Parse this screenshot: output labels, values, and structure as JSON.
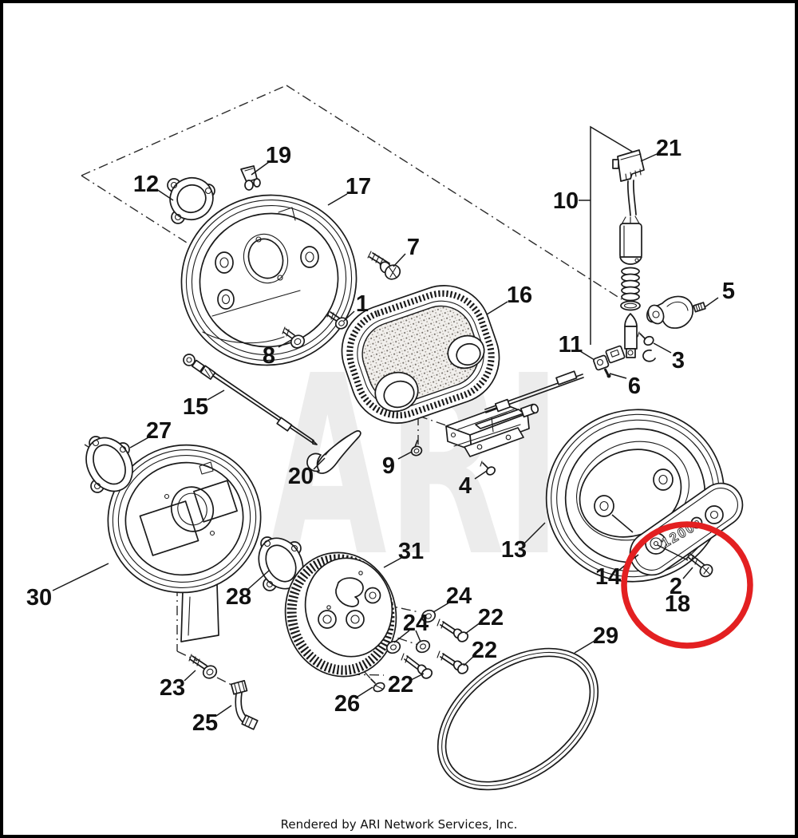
{
  "watermark": {
    "text": "ARI",
    "color": "#ececec"
  },
  "footer": {
    "credit": "Rendered by ARI Network Services, Inc."
  },
  "highlight": {
    "color": "#e32021"
  },
  "cover_insert": {
    "marking": "1200"
  },
  "callouts": [
    {
      "label": "19"
    },
    {
      "label": "12"
    },
    {
      "label": "17"
    },
    {
      "label": "21"
    },
    {
      "label": "10"
    },
    {
      "label": "7"
    },
    {
      "label": "5"
    },
    {
      "label": "1"
    },
    {
      "label": "16"
    },
    {
      "label": "8"
    },
    {
      "label": "3"
    },
    {
      "label": "11"
    },
    {
      "label": "6"
    },
    {
      "label": "15"
    },
    {
      "label": "27"
    },
    {
      "label": "9"
    },
    {
      "label": "20"
    },
    {
      "label": "4"
    },
    {
      "label": "13"
    },
    {
      "label": "14"
    },
    {
      "label": "2"
    },
    {
      "label": "18"
    },
    {
      "label": "30"
    },
    {
      "label": "28"
    },
    {
      "label": "31"
    },
    {
      "label": "24"
    },
    {
      "label": "24"
    },
    {
      "label": "22"
    },
    {
      "label": "22"
    },
    {
      "label": "22"
    },
    {
      "label": "29"
    },
    {
      "label": "23"
    },
    {
      "label": "26"
    },
    {
      "label": "25"
    }
  ]
}
